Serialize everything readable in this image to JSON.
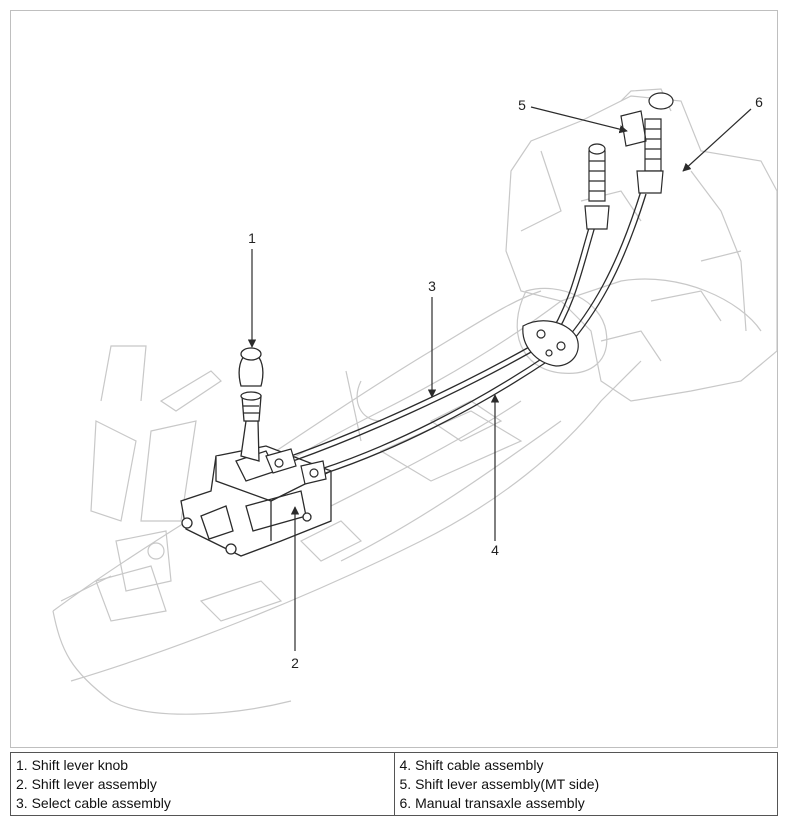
{
  "callouts": {
    "c1": "1",
    "c2": "2",
    "c3": "3",
    "c4": "4",
    "c5": "5",
    "c6": "6"
  },
  "legend": {
    "left": [
      "1. Shift lever knob",
      "2. Shift lever assembly",
      "3. Select cable assembly"
    ],
    "right": [
      "4. Shift cable assembly",
      "5. Shift lever assembly(MT side)",
      "6. Manual transaxle assembly"
    ]
  },
  "colors": {
    "line_dark": "#2b2b2b",
    "line_faint": "#c8c8c8",
    "border": "#555555"
  }
}
